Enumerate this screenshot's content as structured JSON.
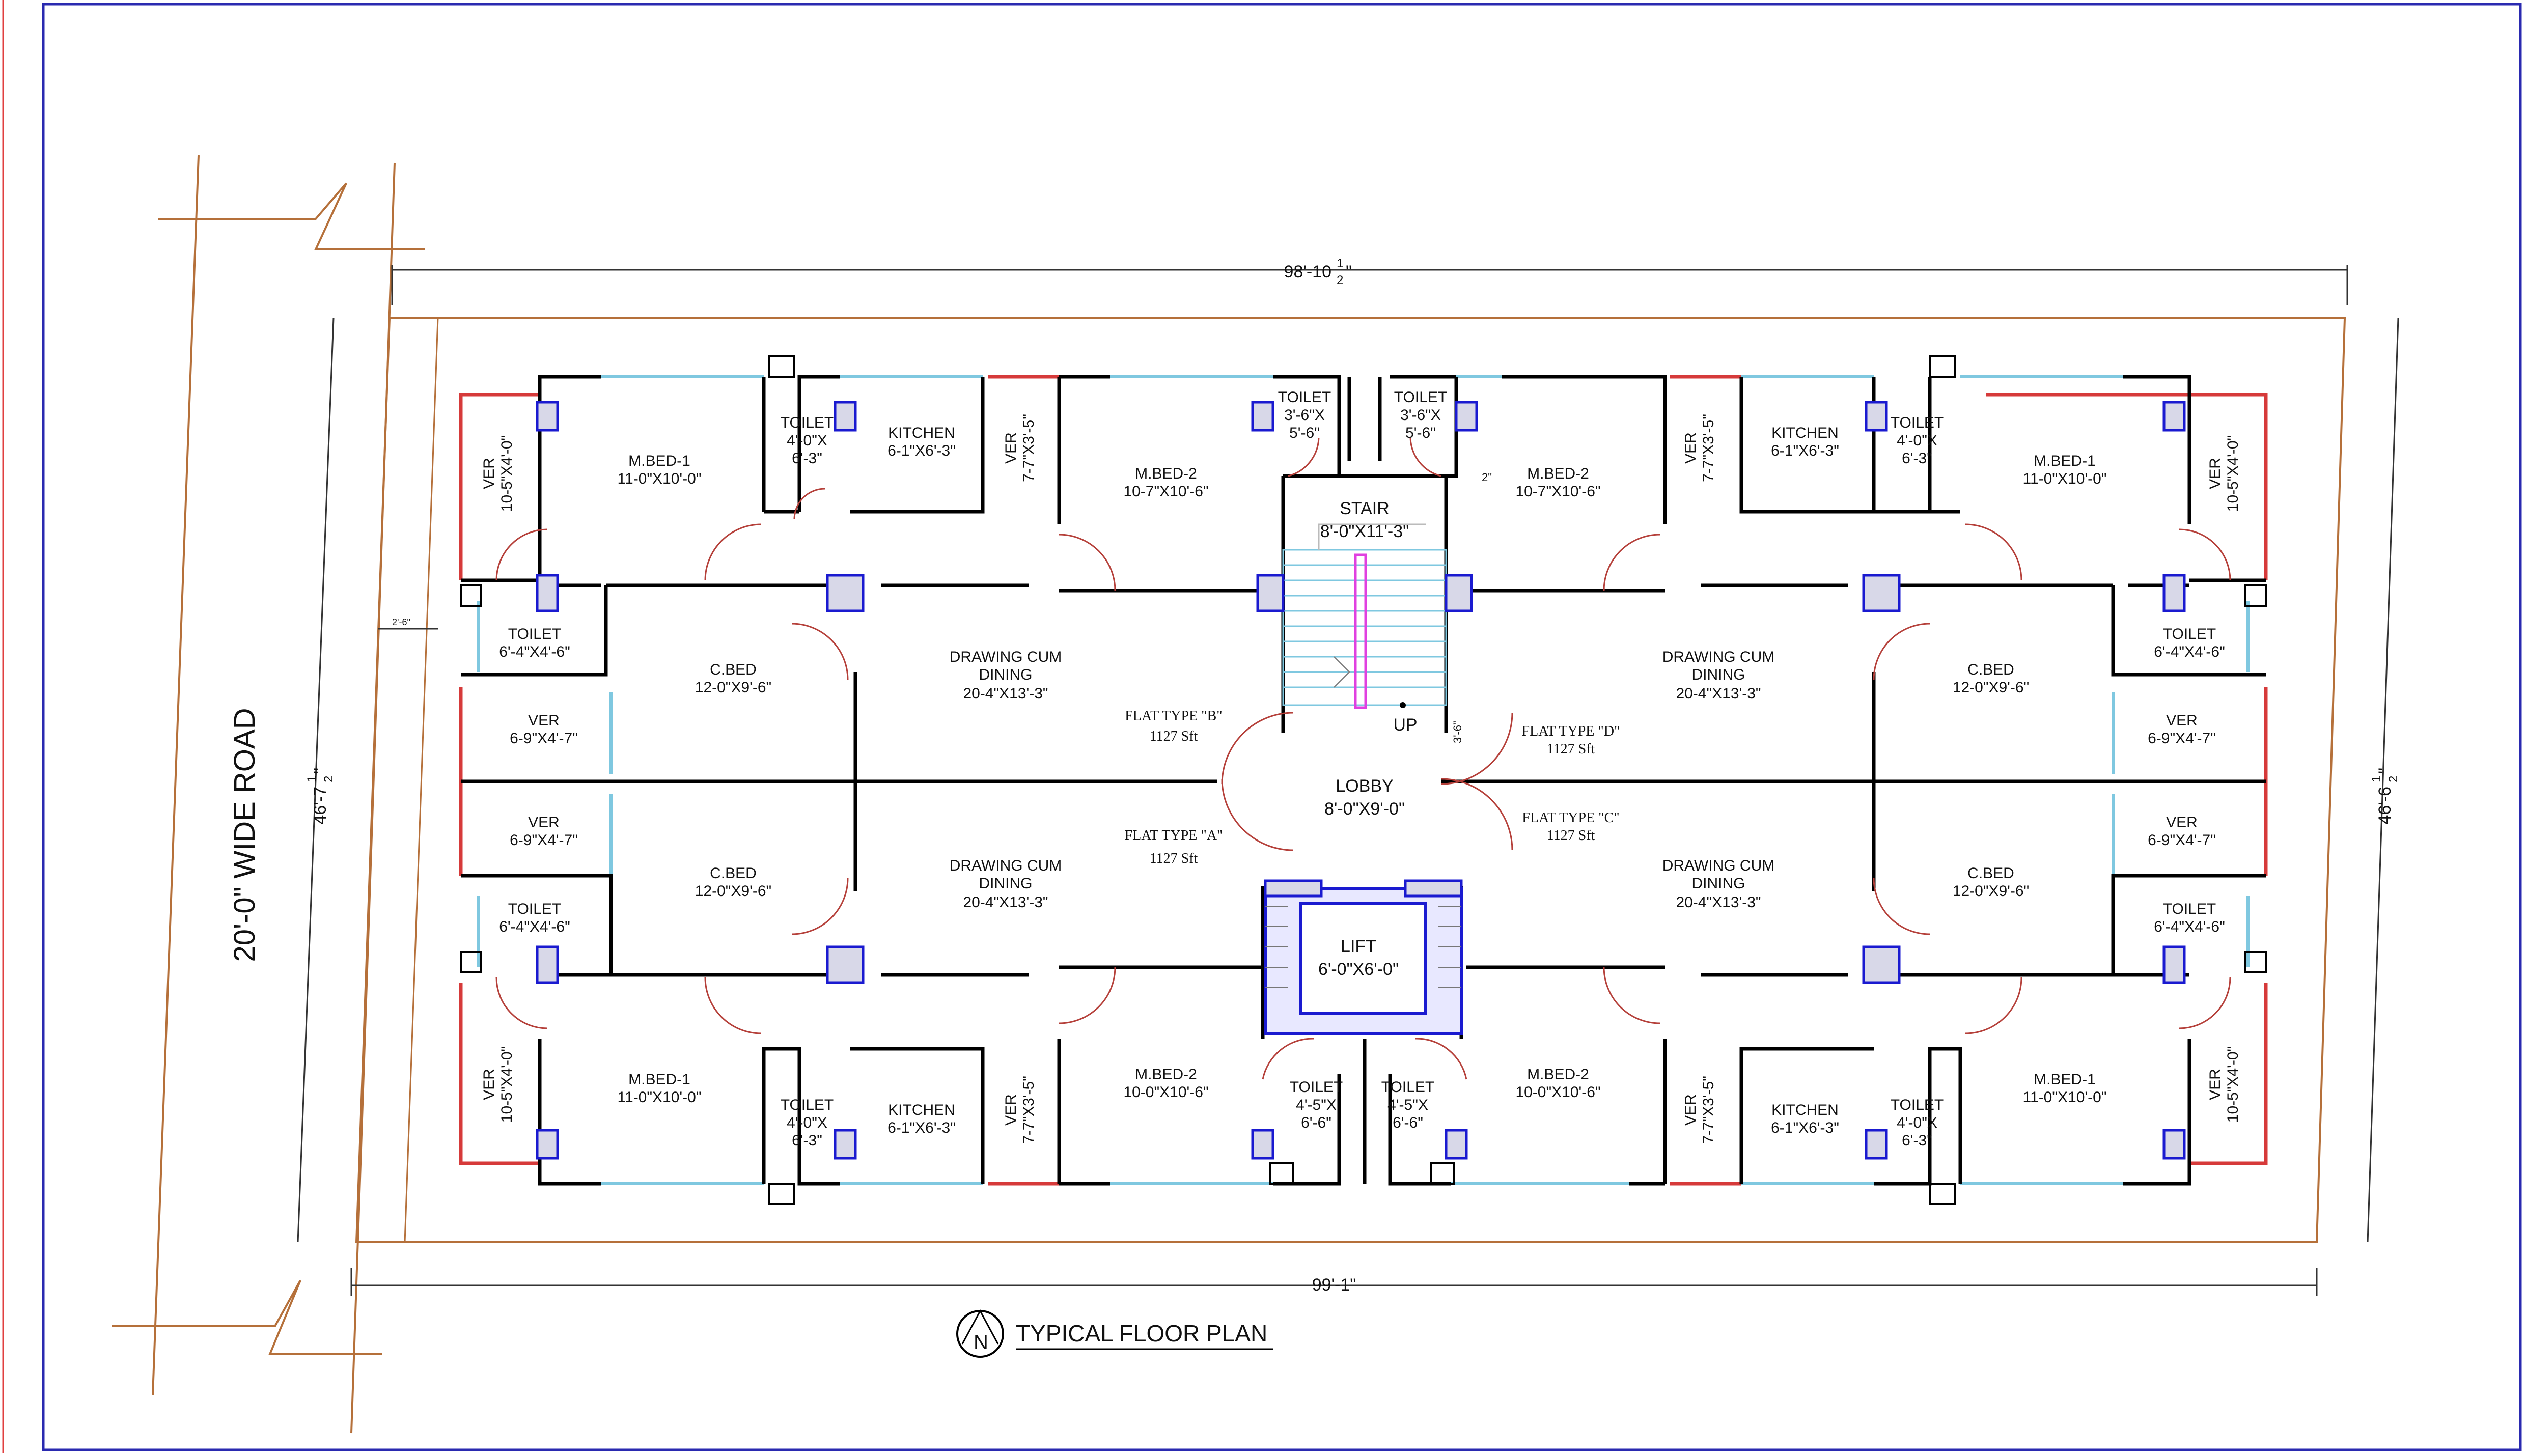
{
  "title": "TYPICAL FLOOR PLAN",
  "road_label": "20'-0\" WIDE ROAD",
  "dimensions": {
    "top": "98'-10",
    "top_frac_num": "1",
    "top_frac_den": "2",
    "top_suffix": "\"",
    "bottom": "99'-1\"",
    "left": "46'-7",
    "left_frac_num": "1",
    "left_frac_den": "2",
    "left_suffix": "\"",
    "right": "46'-6",
    "right_frac_num": "1",
    "right_frac_den": "2",
    "right_suffix": "\"",
    "setback": "2'-6\"",
    "small_2": "2\"",
    "small_36": "3'-6\""
  },
  "flats": [
    {
      "label": "FLAT TYPE \"B\"",
      "area": "1127 Sft"
    },
    {
      "label": "FLAT TYPE \"D\"",
      "area": "1127 Sft"
    },
    {
      "label": "FLAT TYPE \"A\"",
      "area": "1127 Sft"
    },
    {
      "label": "FLAT TYPE \"C\"",
      "area": "1127 Sft"
    }
  ],
  "core": {
    "stair": {
      "name": "STAIR",
      "size": "8'-0\"X11'-3\""
    },
    "up": "UP",
    "lobby": {
      "name": "LOBBY",
      "size": "8'-0\"X9'-0\""
    },
    "lift": {
      "name": "LIFT",
      "size": "6'-0\"X6'-0\""
    }
  },
  "rooms": {
    "tl_ver": {
      "name": "VER",
      "size": "10-5\"X4'-0\""
    },
    "tl_mbed1": {
      "name": "M.BED-1",
      "size": "11-0\"X10'-0\""
    },
    "tl_toilet": {
      "name": "TOILET",
      "size1": "4'-0\"X",
      "size2": "6'-3\""
    },
    "tl_kitchen": {
      "name": "KITCHEN",
      "size": "6-1\"X6'-3\""
    },
    "tl_ver2": {
      "name": "VER",
      "size": "7-7\"X3'-5\""
    },
    "tl_mbed2": {
      "name": "M.BED-2",
      "size": "10-7\"X10'-6\""
    },
    "tl_toilet2": {
      "name": "TOILET",
      "size1": "3'-6\"X",
      "size2": "5'-6\""
    },
    "tl_toilet3": {
      "name": "TOILET",
      "size": "6'-4\"X4'-6\""
    },
    "tl_cbed": {
      "name": "C.BED",
      "size": "12-0\"X9'-6\""
    },
    "tl_drawing": {
      "name1": "DRAWING CUM",
      "name2": "DINING",
      "size": "20-4\"X13'-3\""
    },
    "tl_ver3": {
      "name": "VER",
      "size": "6-9\"X4'-7\""
    },
    "tr_toilet2": {
      "name": "TOILET",
      "size1": "3'-6\"X",
      "size2": "5'-6\""
    },
    "tr_mbed2": {
      "name": "M.BED-2",
      "size": "10-7\"X10'-6\""
    },
    "tr_ver2": {
      "name": "VER",
      "size": "7-7\"X3'-5\""
    },
    "tr_kitchen": {
      "name": "KITCHEN",
      "size": "6-1\"X6'-3\""
    },
    "tr_toilet": {
      "name": "TOILET",
      "size1": "4'-0\"X",
      "size2": "6'-3\""
    },
    "tr_mbed1": {
      "name": "M.BED-1",
      "size": "11-0\"X10'-0\""
    },
    "tr_ver": {
      "name": "VER",
      "size": "10-5\"X4'-0\""
    },
    "tr_toilet3": {
      "name": "TOILET",
      "size": "6'-4\"X4'-6\""
    },
    "tr_cbed": {
      "name": "C.BED",
      "size": "12-0\"X9'-6\""
    },
    "tr_drawing": {
      "name1": "DRAWING CUM",
      "name2": "DINING",
      "size": "20-4\"X13'-3\""
    },
    "tr_ver3": {
      "name": "VER",
      "size": "6-9\"X4'-7\""
    },
    "bl_ver3": {
      "name": "VER",
      "size": "6-9\"X4'-7\""
    },
    "bl_cbed": {
      "name": "C.BED",
      "size": "12-0\"X9'-6\""
    },
    "bl_drawing": {
      "name1": "DRAWING CUM",
      "name2": "DINING",
      "size": "20-4\"X13'-3\""
    },
    "bl_toilet3": {
      "name": "TOILET",
      "size": "6'-4\"X4'-6\""
    },
    "bl_ver": {
      "name": "VER",
      "size": "10-5\"X4'-0\""
    },
    "bl_mbed1": {
      "name": "M.BED-1",
      "size": "11-0\"X10'-0\""
    },
    "bl_toilet": {
      "name": "TOILET",
      "size1": "4'-0\"X",
      "size2": "6'-3\""
    },
    "bl_kitchen": {
      "name": "KITCHEN",
      "size": "6-1\"X6'-3\""
    },
    "bl_ver2": {
      "name": "VER",
      "size": "7-7\"X3'-5\""
    },
    "bl_mbed2": {
      "name": "M.BED-2",
      "size": "10-0\"X10'-6\""
    },
    "bl_toilet2": {
      "name": "TOILET",
      "size1": "4'-5\"X",
      "size2": "6'-6\""
    },
    "br_ver3": {
      "name": "VER",
      "size": "6-9\"X4'-7\""
    },
    "br_cbed": {
      "name": "C.BED",
      "size": "12-0\"X9'-6\""
    },
    "br_drawing": {
      "name1": "DRAWING CUM",
      "name2": "DINING",
      "size": "20-4\"X13'-3\""
    },
    "br_toilet3": {
      "name": "TOILET",
      "size": "6'-4\"X4'-6\""
    },
    "br_ver": {
      "name": "VER",
      "size": "10-5\"X4'-0\""
    },
    "br_mbed1": {
      "name": "M.BED-1",
      "size": "11-0\"X10'-0\""
    },
    "br_toilet": {
      "name": "TOILET",
      "size1": "4'-0\"X",
      "size2": "6'-3\""
    },
    "br_kitchen": {
      "name": "KITCHEN",
      "size": "6-1\"X6'-3\""
    },
    "br_ver2": {
      "name": "VER",
      "size": "7-7\"X3'-5\""
    },
    "br_mbed2": {
      "name": "M.BED-2",
      "size": "10-0\"X10'-6\""
    },
    "br_toilet2": {
      "name": "TOILET",
      "size1": "4'-5\"X",
      "size2": "6'-6\""
    }
  },
  "north_symbol": "N",
  "colors": {
    "wall": "#000000",
    "red": "#d63a3a",
    "cyan": "#7fc8e0",
    "blue": "#1a1ad0",
    "brown": "#b5703a",
    "magenta": "#e040e0",
    "frame_blue": "#2a2ab0"
  }
}
